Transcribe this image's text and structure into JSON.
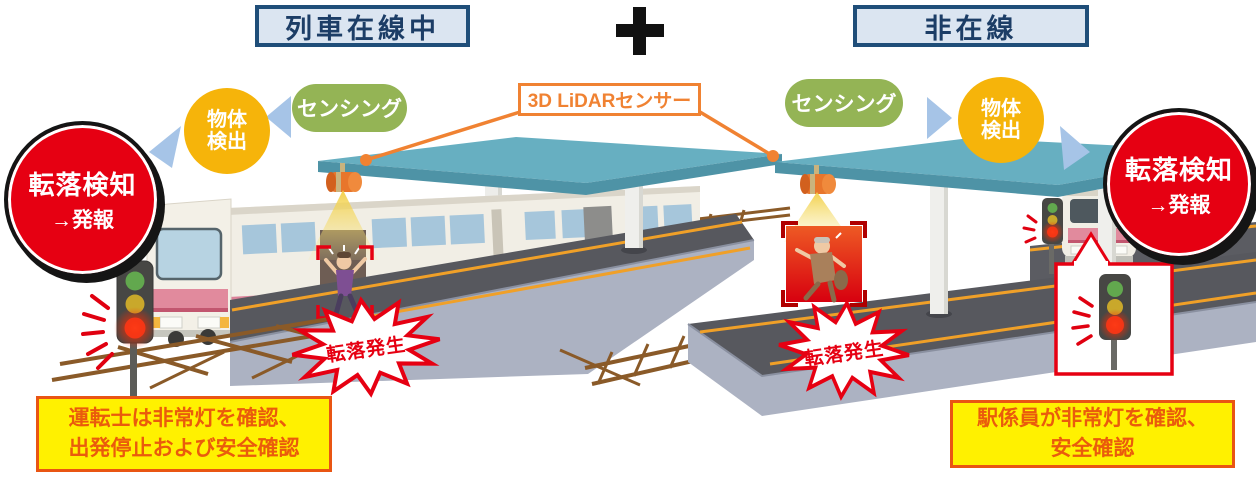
{
  "header": {
    "left_title": "列車在線中",
    "separator": "+",
    "right_title": "非在線"
  },
  "sensor_label": "3D LiDARセンサー",
  "flow": {
    "sensing": "センシング",
    "object_detect_line1": "物体",
    "object_detect_line2": "検出",
    "alert_line1": "転落検知",
    "alert_line2": "→発報"
  },
  "event_burst": "転落発生",
  "captions": {
    "left_lines": [
      "運転士は非常灯を確認、",
      "出発停止および安全確認"
    ],
    "right_lines": [
      "駅係員が非常灯を確認、",
      "安全確認"
    ]
  },
  "colors": {
    "navy": "#1F4E79",
    "title_bg": "#DBE5F1",
    "orange": "#F08232",
    "green": "#94B455",
    "amber": "#F6B40A",
    "red": "#E60012",
    "arrow_blue": "#A6C4E7",
    "caption_bg": "#FFF100",
    "caption_border": "#E95513",
    "roof_teal": "#67AFC1"
  }
}
